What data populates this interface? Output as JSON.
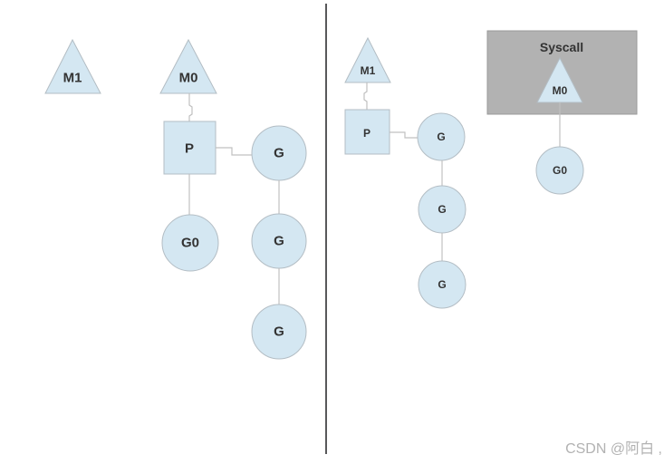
{
  "colors": {
    "node_fill": "#d4e7f2",
    "node_stroke": "#b3bdc4",
    "connector_color": "#c0c0c0",
    "divider_color": "#58585a",
    "syscall_fill": "#b2b2b2",
    "syscall_stroke": "#9a9a9a",
    "label_color": "#333333",
    "watermark_color": "#b2b2b2"
  },
  "left_panel": {
    "m1_label": "M1",
    "m0_label": "M0",
    "p_label": "P",
    "g0_label": "G0",
    "g_running_label": "G",
    "g_queue1_label": "G",
    "g_queue2_label": "G"
  },
  "right_panel": {
    "m1_label": "M1",
    "p_label": "P",
    "g_running_label": "G",
    "g_queue1_label": "G",
    "g_queue2_label": "G",
    "syscall_label": "Syscall",
    "m0_label": "M0",
    "g0_label": "G0"
  },
  "watermark": {
    "text": "CSDN @阿白 ,"
  }
}
